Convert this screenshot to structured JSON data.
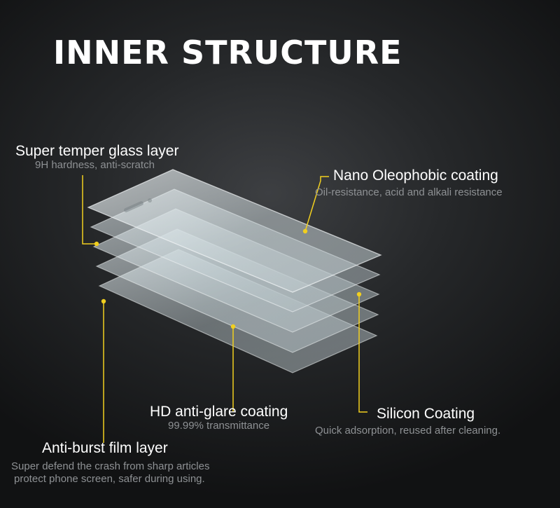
{
  "title": "INNER STRUCTURE",
  "accent_color": "#f1cf1f",
  "labels": {
    "glass": {
      "title": "Super temper glass layer",
      "sub": "9H hardness, anti-scratch"
    },
    "oleophobic": {
      "title": "Nano Oleophobic coating",
      "sub": "Oil-resistance, acid and alkali resistance"
    },
    "antiglare": {
      "title": "HD anti-glare coating",
      "sub": "99.99% transmittance"
    },
    "silicon": {
      "title": "Silicon Coating",
      "sub": "Quick adsorption, reused after cleaning."
    },
    "antiburst": {
      "title": "Anti-burst film layer",
      "sub1": "Super defend the crash from sharp articles",
      "sub2": "protect phone screen, safer during using."
    }
  }
}
